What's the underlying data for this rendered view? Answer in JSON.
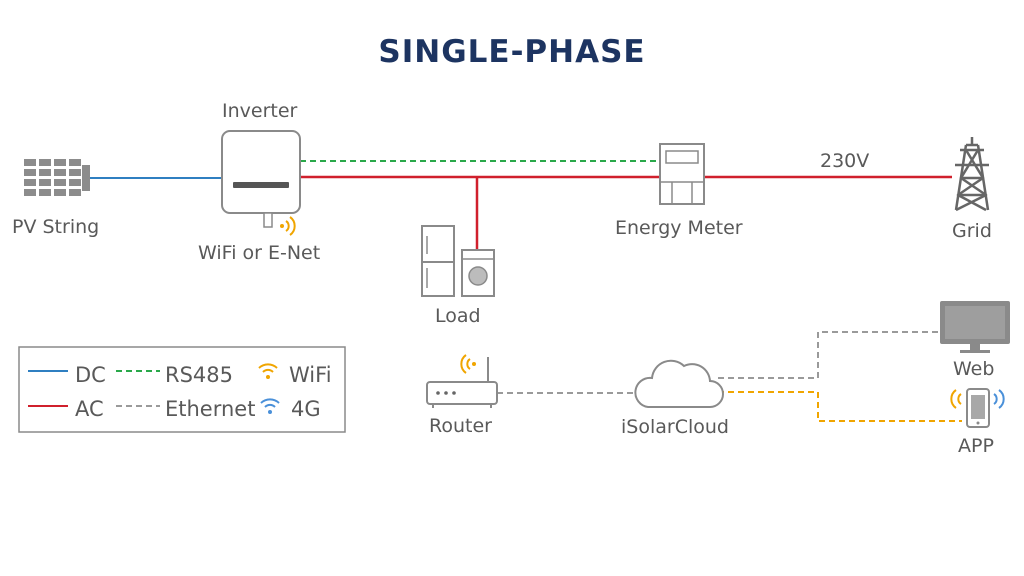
{
  "title": "SINGLE-PHASE",
  "nodes": {
    "pv_string": "PV String",
    "inverter": "Inverter",
    "wifi_enet": "WiFi or E-Net",
    "load": "Load",
    "energy_meter": "Energy Meter",
    "voltage": "230V",
    "grid": "Grid",
    "router": "Router",
    "cloud": "iSolarCloud",
    "web": "Web",
    "app": "APP"
  },
  "legend": {
    "dc": "DC",
    "rs485": "RS485",
    "wifi": "WiFi",
    "ac": "AC",
    "ethernet": "Ethernet",
    "g4": "4G"
  },
  "colors": {
    "title": "#1d3461",
    "dc": "#2f7fc1",
    "ac": "#d0202c",
    "rs485": "#2aa84a",
    "ethernet": "#9a9a9a",
    "wifi": "#f0a500",
    "g4": "#4a90d9",
    "device_stroke": "#8a8a8a",
    "label": "#595959"
  }
}
